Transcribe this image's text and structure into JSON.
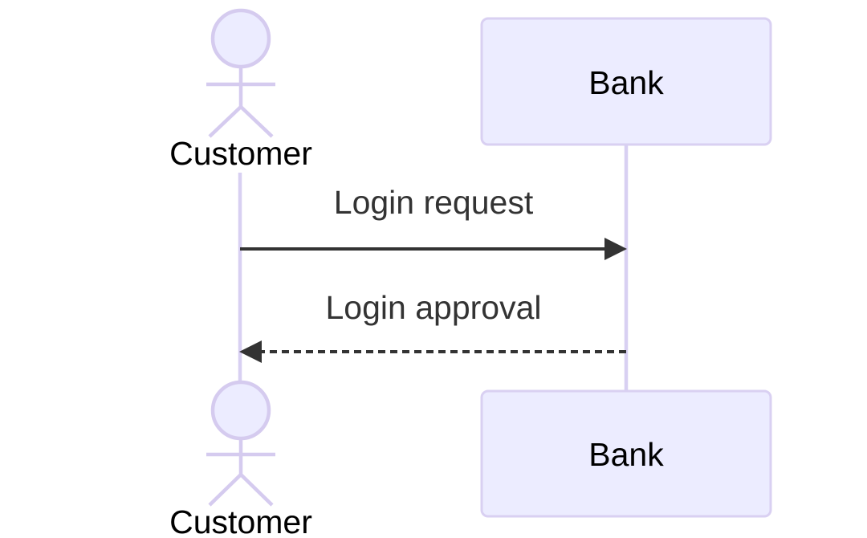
{
  "diagram_type": "uml-sequence-diagram",
  "colors": {
    "background": "#ffffff",
    "node_fill": "#ececff",
    "node_stroke": "#d5cbef",
    "box_stroke": "#d9d0f2",
    "lifeline_stroke": "#d8d0f2",
    "signal_color": "#333333",
    "actor_text_color": "#000000",
    "message_text_color": "#333333"
  },
  "actors": [
    {
      "id": "customer",
      "label": "Customer",
      "type": "actor",
      "icon": "person-stick-figure-icon"
    },
    {
      "id": "bank",
      "label": "Bank",
      "type": "participant",
      "shape": "rounded-rectangle"
    }
  ],
  "messages": [
    {
      "from": "Customer",
      "to": "Bank",
      "label": "Login request",
      "line": "solid",
      "arrow": "filled-triangle",
      "direction": "right"
    },
    {
      "from": "Bank",
      "to": "Customer",
      "label": "Login approval",
      "line": "dashed",
      "arrow": "filled-triangle",
      "direction": "left"
    }
  ]
}
